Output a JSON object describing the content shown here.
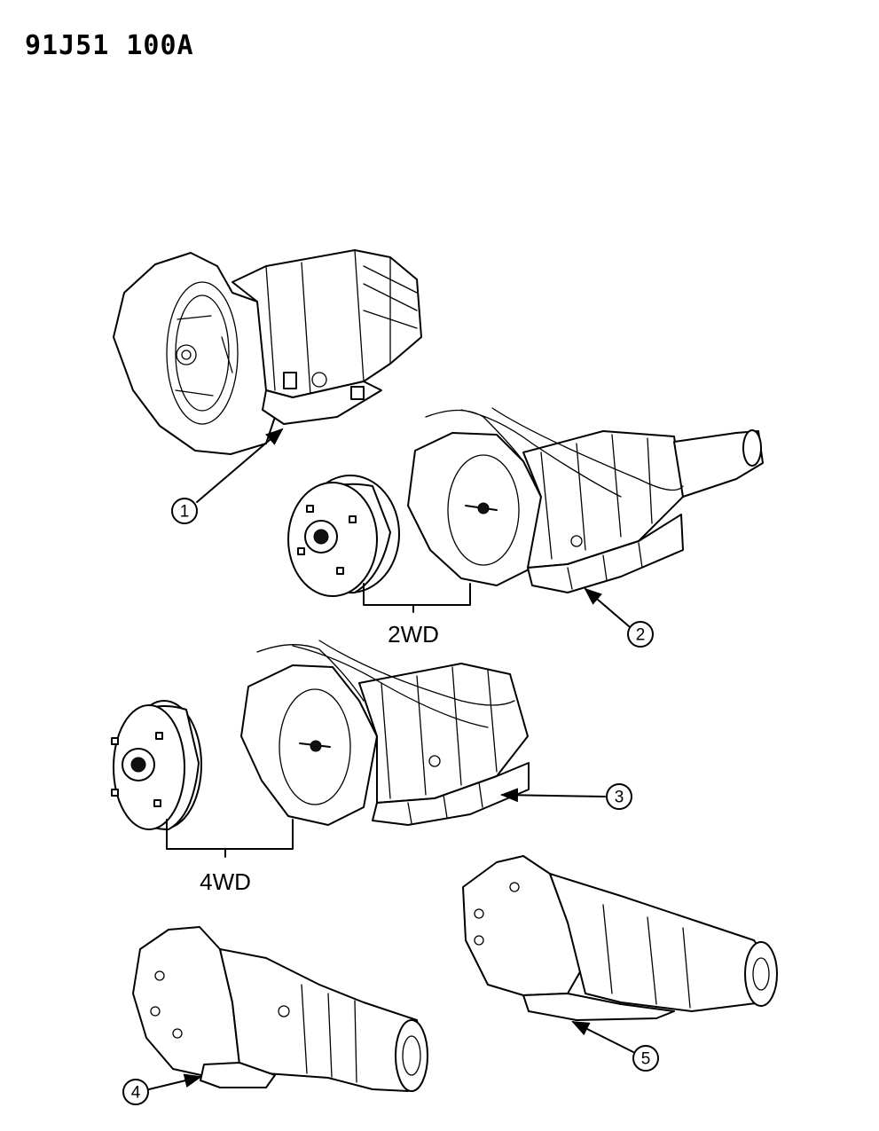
{
  "header": {
    "code": "91J51 100A"
  },
  "callouts": [
    {
      "id": 1,
      "label": "1"
    },
    {
      "id": 2,
      "label": "2"
    },
    {
      "id": 3,
      "label": "3"
    },
    {
      "id": 4,
      "label": "4"
    },
    {
      "id": 5,
      "label": "5"
    }
  ],
  "groups": [
    {
      "label": "2WD"
    },
    {
      "label": "4WD"
    }
  ]
}
